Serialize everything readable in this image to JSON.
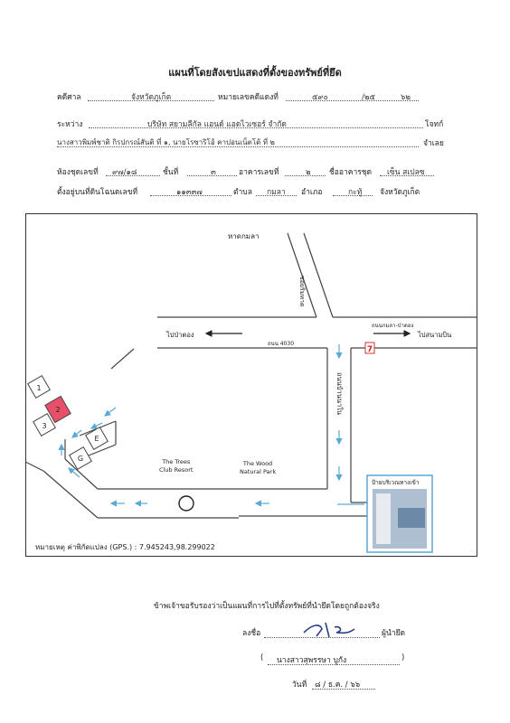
{
  "title": "แผนที่โดยสังเขปแสดงที่ตั้งของทรัพย์ที่ยึด",
  "case": {
    "court_label": "คดีศาล",
    "court_value": "จังหวัดภูเก็ต",
    "red_case_label": "หมายเลขคดีแดงที่",
    "red_case_no": "๕๙๐",
    "red_case_sep": "/๒๕",
    "red_case_year": "๖๒"
  },
  "parties": {
    "between_label": "ระหว่าง",
    "plaintiff": "บริษัท สยามลีกัล แอนด์ แอดไวเซอร์ จำกัด",
    "plaintiff_role": "โจทก์",
    "defendants": "นางสาวพิมพ์ชาติ กิรปกรณ์สันติ ที่ ๑, นายโรซาริโอ้ คาปอนเน็ตโต้ ที่ ๒",
    "defendant_role": "จำเลย"
  },
  "unit": {
    "room_label": "ห้องชุดเลขที่",
    "room_no": "๙๗/๑๘",
    "floor_label": "ชั้นที่",
    "floor_no": "๓",
    "building_label": "อาคารเลขที่",
    "building_no": "๒",
    "condo_label": "ชื่ออาคารชุด",
    "condo_name": "เซ็น สเปลซ"
  },
  "location": {
    "land_label": "ตั้งอยู่บนที่ดินโฉนดเลขที่",
    "deed_no": "๑๑๓๓๗",
    "subdistrict_label": "ตำบล",
    "subdistrict": "กมลา",
    "district_label": "อำเภอ",
    "district": "กะทู้",
    "province": "จังหวัดภูเก็ต"
  },
  "map": {
    "hat_kamala": "หาดกมลา",
    "soi_rim_had": "ซอยริมหาด",
    "to_patong": "ไปป่าตอง",
    "to_airport": "ไปสนามบิน",
    "kamala_patong_road": "ถนนกมลา-ป่าตอง",
    "road_4030": "ถนน 4030",
    "ban_nam_road": "ถนนบ้านนาใน",
    "seven_eleven": "7",
    "trees_resort": [
      "The Trees",
      "Club Resort"
    ],
    "wood_park": [
      "The Wood",
      "Natural Park"
    ],
    "sign_label": "ป้ายบริเวณทางเข้า",
    "buildings": [
      "1",
      "2",
      "3",
      "G",
      "E"
    ],
    "accent_color": "#e8506a",
    "arrow_color": "#5aa9d6"
  },
  "note": "หมายเหตุ ค่าพิกัดแปลง (GPS.) : 7.945243,98.299022",
  "certification": {
    "statement": "ข้าพเจ้าขอรับรองว่าเป็นแผนที่การไปที่ตั้งทรัพย์ที่นำยึดโดยถูกต้องจริง",
    "sign_label": "ลงชื่อ",
    "signer_role": "ผู้นำยึด",
    "signer_name": "นางสาวสุพรรษา บูกัง",
    "date_label": "วันที่",
    "date_value": "๘ / ธ.ค. / ๖๖"
  }
}
